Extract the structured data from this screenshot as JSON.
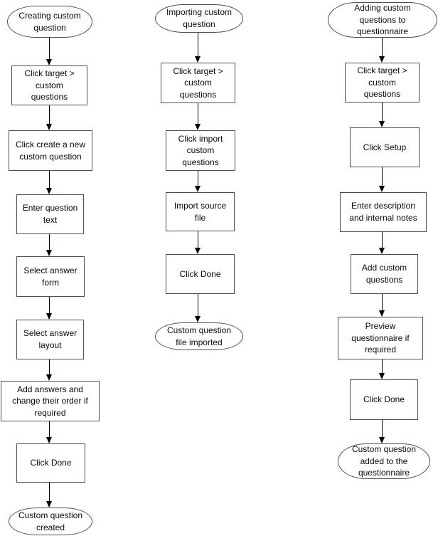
{
  "diagram": {
    "background": "#ffffff",
    "colors": {
      "node_border": "#4f4f4f",
      "node_fill": "#ffffff",
      "text": "#000000",
      "arrow": "#000000"
    }
  },
  "flowcharts": [
    {
      "nodes": [
        {
          "type": "terminator",
          "label": "Creating custom\nquestion"
        },
        {
          "type": "process",
          "label": "Click target >\ncustom\nquestions"
        },
        {
          "type": "process",
          "label": "Click create a new\ncustom question"
        },
        {
          "type": "process",
          "label": "Enter question\ntext"
        },
        {
          "type": "process",
          "label": "Select answer\nform"
        },
        {
          "type": "process",
          "label": "Select answer\nlayout"
        },
        {
          "type": "process",
          "label": "Add answers and\nchange their order if\nrequired"
        },
        {
          "type": "process",
          "label": "Click Done"
        },
        {
          "type": "terminator",
          "label": "Custom question\ncreated"
        }
      ]
    },
    {
      "nodes": [
        {
          "type": "terminator",
          "label": "Importing custom\nquestion"
        },
        {
          "type": "process",
          "label": "Click target >\ncustom\nquestions"
        },
        {
          "type": "process",
          "label": "Click import\ncustom\nquestions"
        },
        {
          "type": "process",
          "label": "Import source\nfile"
        },
        {
          "type": "process",
          "label": "Click Done"
        },
        {
          "type": "terminator",
          "label": "Custom question\nfile imported"
        }
      ]
    },
    {
      "nodes": [
        {
          "type": "terminator",
          "label": "Adding custom\nquestions to\nquestionnaire"
        },
        {
          "type": "process",
          "label": "Click target >\ncustom\nquestions"
        },
        {
          "type": "process",
          "label": "Click Setup"
        },
        {
          "type": "process",
          "label": "Enter description\nand internal notes"
        },
        {
          "type": "process",
          "label": "Add custom\nquestions"
        },
        {
          "type": "process",
          "label": "Preview\nquestionnaire if\nrequired"
        },
        {
          "type": "process",
          "label": "Click Done"
        },
        {
          "type": "terminator",
          "label": "Custom question\nadded to the\nquestionnaire"
        }
      ]
    }
  ]
}
